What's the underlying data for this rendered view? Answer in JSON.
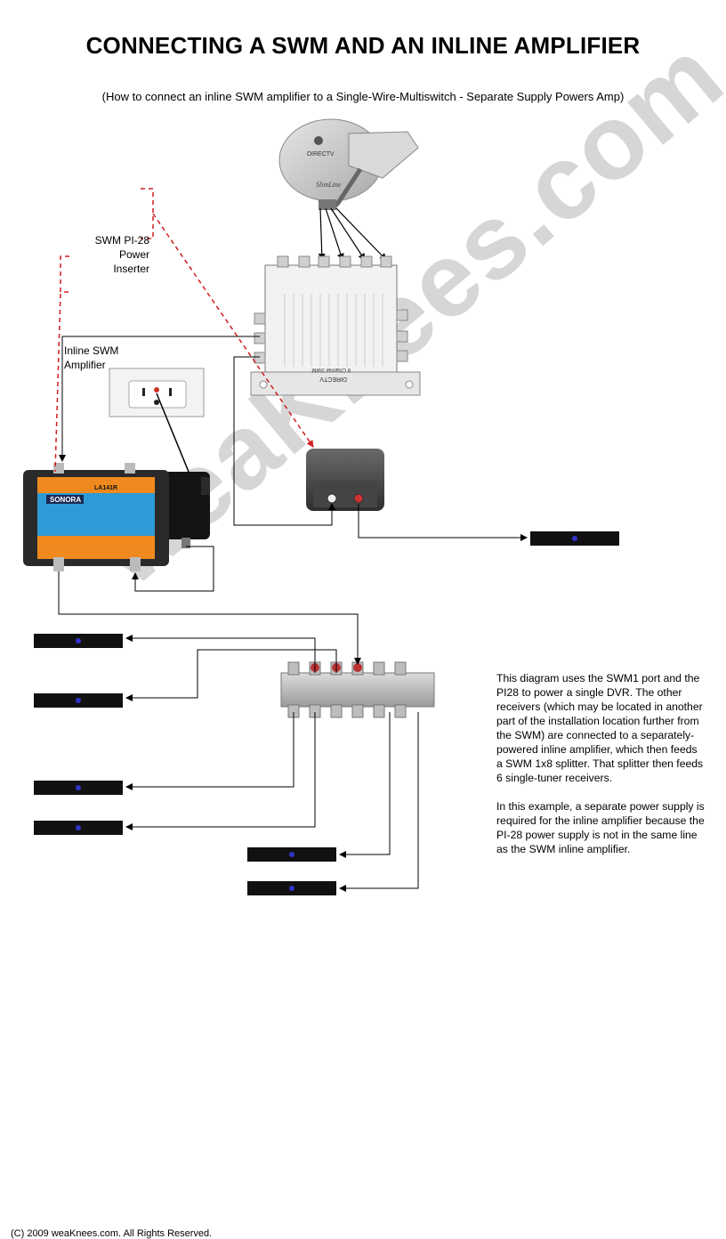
{
  "header": {
    "title": "CONNECTING A SWM AND AN INLINE AMPLIFIER",
    "subtitle": "(How to connect an inline SWM amplifier to a Single-Wire-Multiswitch - Separate Supply Powers Amp)"
  },
  "labels": {
    "pi28": [
      "SWM PI-28",
      "Power",
      "Inserter"
    ],
    "amplifier": [
      "Inline SWM",
      "Amplifier"
    ]
  },
  "description": {
    "paragraph1": "This diagram uses the SWM1 port and the PI28 to power a single DVR. The other receivers (which may be located in another part of the installation location further from the SWM) are connected to a separately-powered inline amplifier, which then feeds a SWM 1x8 splitter. That splitter then feeds 6 single-tuner receivers.",
    "paragraph2": "In this example, a separate power supply is required for the inline amplifier because the PI-28 power supply is not in the same line as the SWM inline amplifier."
  },
  "watermark": "weaKnees.com",
  "footer": {
    "copyright": "(C) 2009 weaKnees.com. All Rights Reserved."
  },
  "devices": {
    "dish_brand": "DIRECTV",
    "dish_model": "SlimLine",
    "swm_label": "8 Channel SWM",
    "swm_brand": "DIRECTV",
    "amp_brand": "SONORA",
    "amp_model": "LA141R"
  },
  "colors": {
    "dashed_red": "#d21e1e",
    "cable": "#000000",
    "watermark": "#d6d6d6",
    "amp_orange": "#f08a1e",
    "amp_blue": "#2f9bd6"
  }
}
